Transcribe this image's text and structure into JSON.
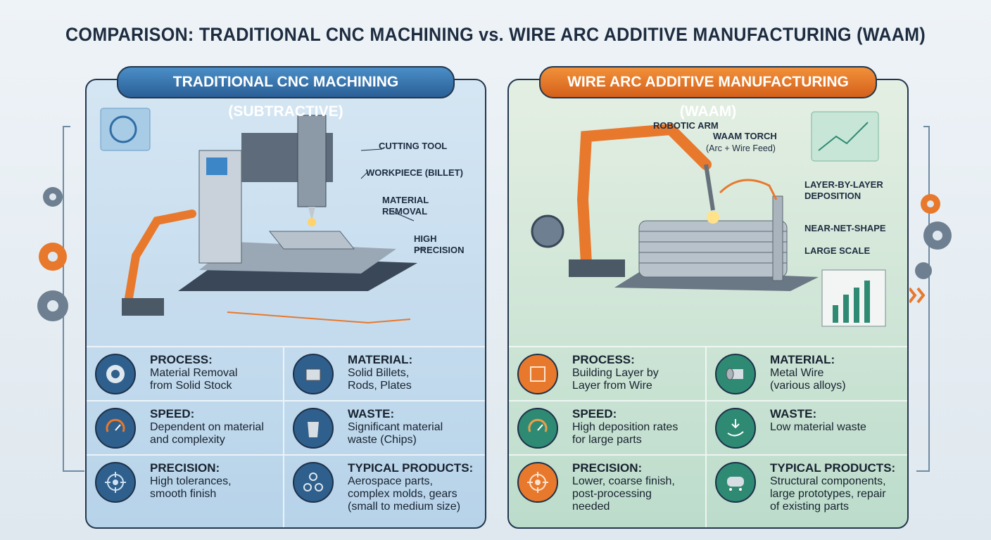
{
  "title": "COMPARISON: TRADITIONAL CNC MACHINING vs. WIRE ARC ADDITIVE MANUFACTURING (WAAM)",
  "left": {
    "header": "TRADITIONAL CNC MACHINING (SUBTRACTIVE)",
    "callouts": [
      "CUTTING TOOL",
      "WORKPIECE (BILLET)",
      "MATERIAL",
      "REMOVAL",
      "HIGH",
      "PRECISION"
    ],
    "cells": [
      {
        "icon": "gear-icon",
        "heading": "PROCESS:",
        "lines": [
          "Material Removal",
          "from Solid Stock"
        ]
      },
      {
        "icon": "billet-icon",
        "heading": "MATERIAL:",
        "lines": [
          "Solid Billets,",
          "Rods, Plates"
        ]
      },
      {
        "icon": "speedometer-icon",
        "heading": "SPEED:",
        "lines": [
          "Dependent on material",
          "and complexity"
        ]
      },
      {
        "icon": "trash-bin-icon",
        "heading": "WASTE:",
        "lines": [
          "Significant material",
          "waste (Chips)"
        ]
      },
      {
        "icon": "crosshair-icon",
        "heading": "PRECISION:",
        "lines": [
          "High tolerances,",
          "smooth finish"
        ]
      },
      {
        "icon": "gears-icon",
        "heading": "TYPICAL PRODUCTS:",
        "lines": [
          "Aerospace parts,",
          "complex molds, gears",
          "(small to medium size)"
        ]
      }
    ]
  },
  "right": {
    "header": "WIRE ARC ADDITIVE MANUFACTURING (WAAM)",
    "callouts": [
      "ROBOTIC ARM",
      "WAAM TORCH",
      "(Arc + Wire Feed)",
      "LAYER-BY-LAYER",
      "DEPOSITION",
      "NEAR-NET-SHAPE",
      "LARGE SCALE"
    ],
    "cells": [
      {
        "icon": "layer-frame-icon",
        "heading": "PROCESS:",
        "lines": [
          "Building Layer by",
          "Layer from Wire"
        ]
      },
      {
        "icon": "wire-tube-icon",
        "heading": "MATERIAL:",
        "lines": [
          "Metal Wire",
          "(various alloys)"
        ]
      },
      {
        "icon": "speedometer-icon",
        "heading": "SPEED:",
        "lines": [
          "High deposition rates",
          "for large parts"
        ]
      },
      {
        "icon": "hand-down-arrow-icon",
        "heading": "WASTE:",
        "lines": [
          "Low material waste"
        ]
      },
      {
        "icon": "crosshair-icon",
        "heading": "PRECISION:",
        "lines": [
          "Lower, coarse finish,",
          "post-processing",
          "needed"
        ]
      },
      {
        "icon": "tank-icon",
        "heading": "TYPICAL PRODUCTS:",
        "lines": [
          "Structural components,",
          "large prototypes, repair",
          "of existing parts"
        ]
      }
    ]
  },
  "colors": {
    "blue": "#2f5f8c",
    "orange": "#e8782c",
    "green": "#2f8a73",
    "navy": "#1d2c40"
  }
}
